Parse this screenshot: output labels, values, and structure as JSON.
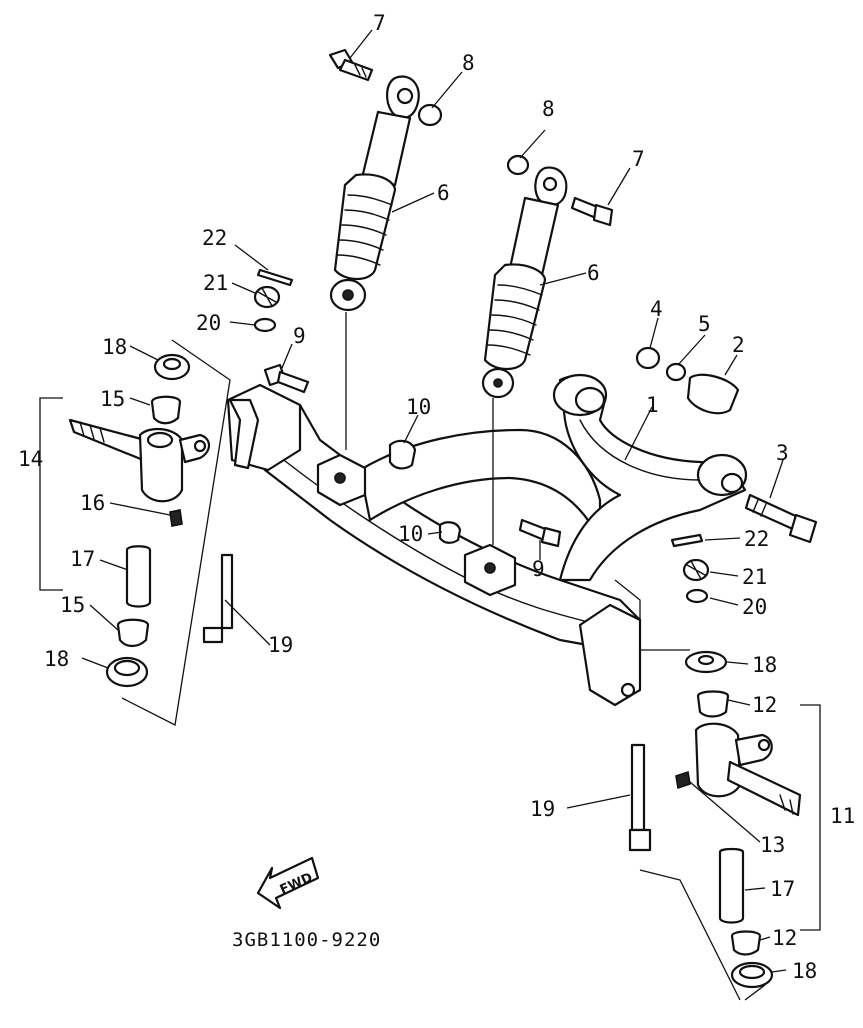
{
  "diagram": {
    "code": "3GB1100-9220",
    "fwd_label": "FWD",
    "callouts": [
      {
        "id": "c7a",
        "label": "7"
      },
      {
        "id": "c8a",
        "label": "8"
      },
      {
        "id": "c8b",
        "label": "8"
      },
      {
        "id": "c7b",
        "label": "7"
      },
      {
        "id": "c6a",
        "label": "6"
      },
      {
        "id": "c6b",
        "label": "6"
      },
      {
        "id": "c22a",
        "label": "22"
      },
      {
        "id": "c21a",
        "label": "21"
      },
      {
        "id": "c20a",
        "label": "20"
      },
      {
        "id": "c9a",
        "label": "9"
      },
      {
        "id": "c18a",
        "label": "18"
      },
      {
        "id": "c15a",
        "label": "15"
      },
      {
        "id": "c14",
        "label": "14"
      },
      {
        "id": "c16",
        "label": "16"
      },
      {
        "id": "c17a",
        "label": "17"
      },
      {
        "id": "c15b",
        "label": "15"
      },
      {
        "id": "c18b",
        "label": "18"
      },
      {
        "id": "c19a",
        "label": "19"
      },
      {
        "id": "c10a",
        "label": "10"
      },
      {
        "id": "c10b",
        "label": "10"
      },
      {
        "id": "c9b",
        "label": "9"
      },
      {
        "id": "c4",
        "label": "4"
      },
      {
        "id": "c5",
        "label": "5"
      },
      {
        "id": "c2",
        "label": "2"
      },
      {
        "id": "c1",
        "label": "1"
      },
      {
        "id": "c3",
        "label": "3"
      },
      {
        "id": "c22b",
        "label": "22"
      },
      {
        "id": "c21b",
        "label": "21"
      },
      {
        "id": "c20b",
        "label": "20"
      },
      {
        "id": "c18c",
        "label": "18"
      },
      {
        "id": "c12a",
        "label": "12"
      },
      {
        "id": "c11",
        "label": "11"
      },
      {
        "id": "c19b",
        "label": "19"
      },
      {
        "id": "c13",
        "label": "13"
      },
      {
        "id": "c17b",
        "label": "17"
      },
      {
        "id": "c12b",
        "label": "12"
      },
      {
        "id": "c18d",
        "label": "18"
      }
    ]
  }
}
